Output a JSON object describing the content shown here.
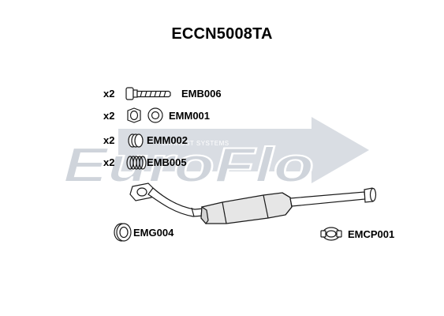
{
  "title": "ECCN5008TA",
  "parts": [
    {
      "qty": "x2",
      "code": "EMB006",
      "icon": "bolt-icon"
    },
    {
      "qty": "x2",
      "code": "EMM001",
      "icon": "nut-icon"
    },
    {
      "qty": "x2",
      "code": "EMM002",
      "icon": "spring-nut-icon"
    },
    {
      "qty": "x2",
      "code": "EMB005",
      "icon": "spring-icon"
    }
  ],
  "gasket": {
    "code": "EMG004",
    "icon": "gasket-icon"
  },
  "clamp": {
    "code": "EMCP001",
    "icon": "clamp-icon"
  },
  "watermark": {
    "brand": "EuroFlo",
    "tagline": "EXHAUST SYSTEMS"
  },
  "main_part": {
    "icon": "catalytic-converter-icon"
  },
  "colors": {
    "text": "#000000",
    "line": "#1a1a1a",
    "watermark": "#d9dde3",
    "part_fill": "#e6e6e6"
  }
}
